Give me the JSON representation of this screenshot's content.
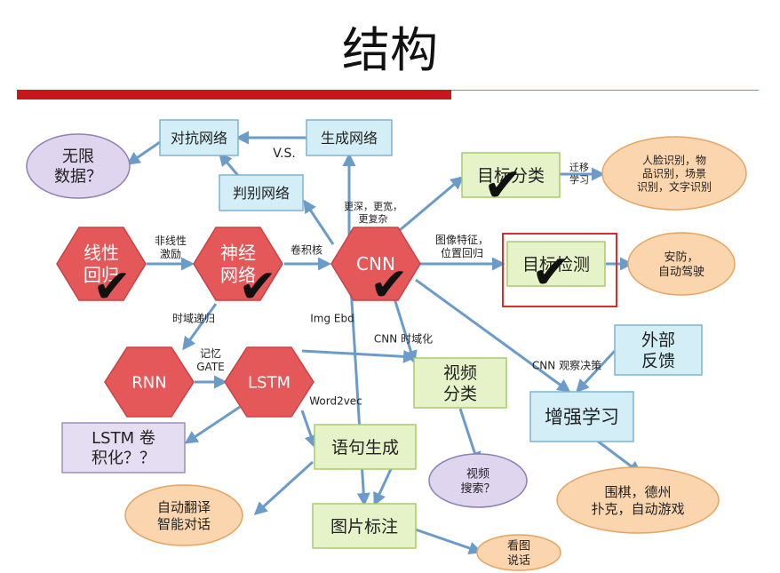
{
  "title": "结构",
  "colors": {
    "title_bar": "#c8171a",
    "arrow": "#6b9bc9",
    "hexagon_fill": "#e5585a",
    "blue_box_fill": "#d3eef6",
    "green_box_fill": "#e6f3c8",
    "purple_box_fill": "#e5ddf1",
    "orange_ellipse_fill": "#fbd5ad",
    "purple_ellipse_fill": "#dfd5ee",
    "highlight_border": "#d5312c",
    "checkmark": "#111111"
  },
  "nodes": {
    "wuxian_shuju": [
      "无限",
      "数据？"
    ],
    "duikang_wangluo": [
      "对抗网络"
    ],
    "shengcheng_wangluo": [
      "生成网络"
    ],
    "panbie_wangluo": [
      "判别网络"
    ],
    "xianxing_huigui": [
      "线性",
      "回归"
    ],
    "shenjing_wangluo": [
      "神经",
      "网络"
    ],
    "cnn": [
      "CNN"
    ],
    "mubiao_fenlei": [
      "目标分类"
    ],
    "mubiao_jiance": [
      "目标检测"
    ],
    "renlian_shibie": [
      "人脸识别，物",
      "品识别，场景",
      "识别，文字识别"
    ],
    "anfang": [
      "安防，",
      "自动驾驶"
    ],
    "rnn": [
      "RNN"
    ],
    "lstm": [
      "LSTM"
    ],
    "shipin_fenlei": [
      "视频",
      "分类"
    ],
    "waibu_fankui": [
      "外部",
      "反馈"
    ],
    "zengqiang_xuexi": [
      "增强学习"
    ],
    "lstm_juanjihua": [
      "LSTM 卷",
      "积化？？"
    ],
    "yuju_shengcheng": [
      "语句生成"
    ],
    "shipin_sousuo": [
      "视频",
      "搜索？"
    ],
    "weiqi": [
      "围棋，德州",
      "扑克，自动游戏"
    ],
    "zidong_fanyi": [
      "自动翻译",
      "智能对话"
    ],
    "tupian_biaozhu": [
      "图片标注"
    ],
    "kantu_shuohua": [
      "看图",
      "说话"
    ]
  },
  "edge_labels": {
    "vs": [
      "V.S."
    ],
    "feixianxing_jili": [
      "非线性",
      "激励"
    ],
    "juanjihe": [
      "卷积核"
    ],
    "gengshen": [
      "更深，更宽，",
      "更复杂"
    ],
    "qianyi_xuexi": [
      "迁移",
      "学习"
    ],
    "tuxiang_tezheng": [
      "图像特征，",
      "位置回归"
    ],
    "shiyu_digui": [
      "时域递归"
    ],
    "img_ebd": [
      "Img Ebd"
    ],
    "cnn_shiyuhua": [
      "CNN 时域化"
    ],
    "jiyi_gate": [
      "记忆",
      "GATE"
    ],
    "cnn_guancha": [
      "CNN 观察决策"
    ],
    "word2vec": [
      "Word2vec"
    ]
  },
  "checkmark_glyph": "✔"
}
